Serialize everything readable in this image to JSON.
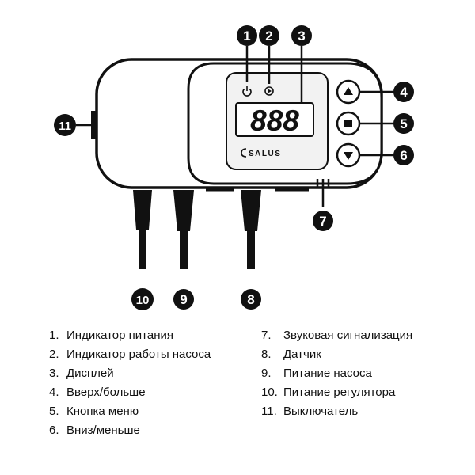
{
  "device": {
    "brand_logo": "SALUS",
    "display_digits": "888"
  },
  "callouts": [
    "1",
    "2",
    "3",
    "4",
    "5",
    "6",
    "7",
    "8",
    "9",
    "10",
    "11"
  ],
  "legend": {
    "left": [
      {
        "num": "1.",
        "label": "Индикатор питания"
      },
      {
        "num": "2.",
        "label": "Индикатор работы насоса"
      },
      {
        "num": "3.",
        "label": "Дисплей"
      },
      {
        "num": "4.",
        "label": "Вверх/больше"
      },
      {
        "num": "5.",
        "label": "Кнопка меню"
      },
      {
        "num": "6.",
        "label": "Вниз/меньше"
      }
    ],
    "right": [
      {
        "num": "7.",
        "label": "Звуковая сигнализация"
      },
      {
        "num": "8.",
        "label": "Датчик"
      },
      {
        "num": "9.",
        "label": "Питание насоса"
      },
      {
        "num": "10.",
        "label": "Питание регулятора"
      },
      {
        "num": "11.",
        "label": "Выключатель"
      }
    ]
  },
  "colors": {
    "ink": "#111111",
    "device_fill": "#ffffff",
    "display_fill": "#f2f2f2"
  }
}
